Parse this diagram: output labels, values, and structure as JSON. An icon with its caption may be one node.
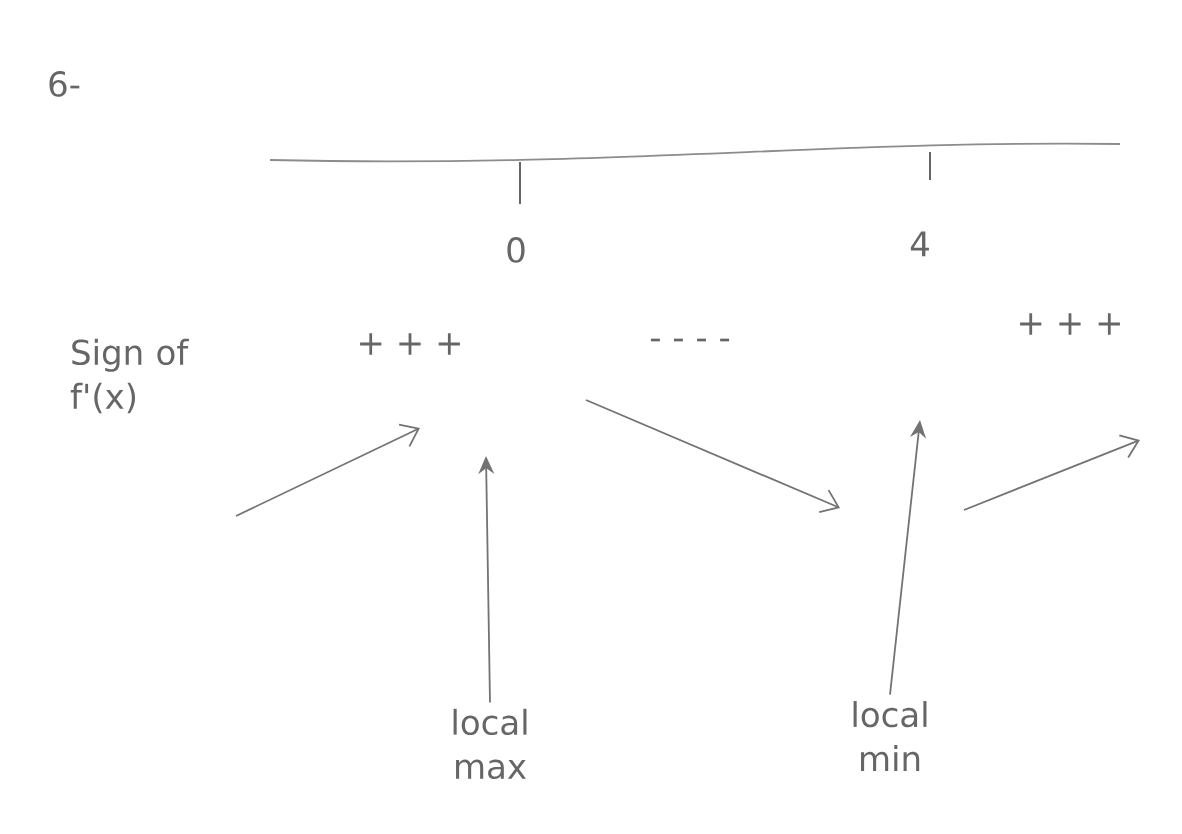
{
  "diagram": {
    "nodes": [
      {
        "text": [
          "local max"
        ]
      },
      {
        "text": [
          "local min"
        ]
      }
    ],
    "edges": [
      {
        "from": 0,
        "to": null,
        "arrow": "to"
      },
      {
        "from": 1,
        "to": null,
        "arrow": "to"
      }
    ],
    "labels": [
      "6-",
      "0",
      "4",
      "Sign of f'(x)",
      "+ + +",
      "- - - -",
      "+ + +"
    ]
  }
}
